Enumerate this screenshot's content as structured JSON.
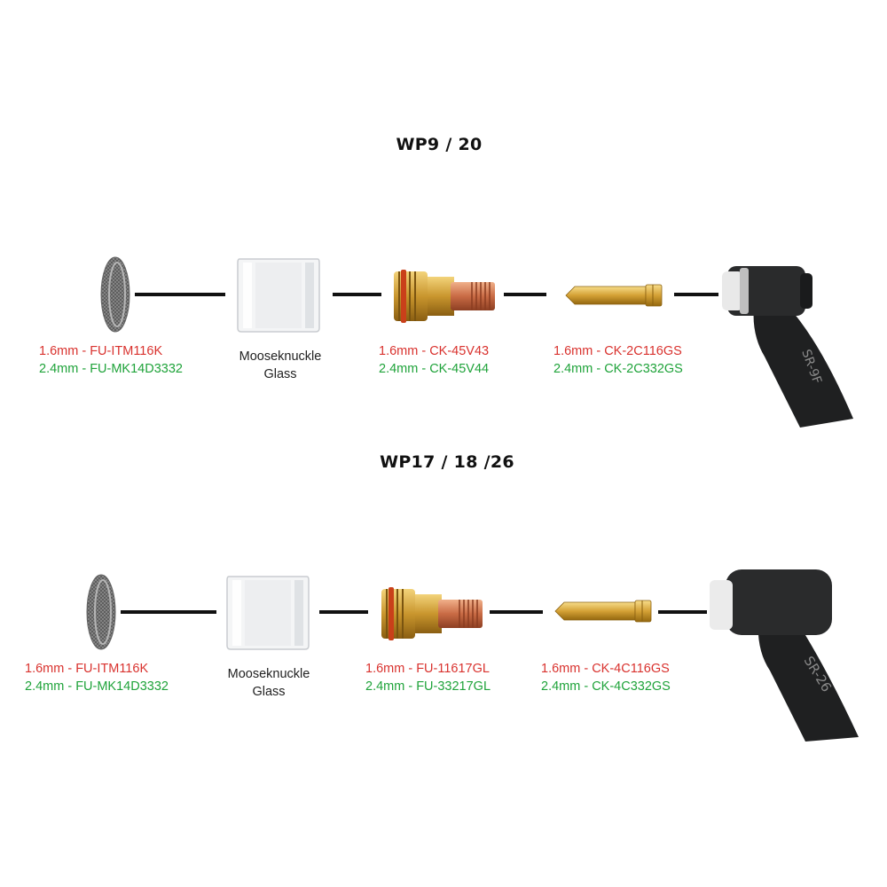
{
  "colors": {
    "red": "#d9322e",
    "green": "#1fa33a",
    "line": "#111111"
  },
  "sections": [
    {
      "title": "WP9 / 20",
      "screen": {
        "line1": "1.6mm - FU-ITM116K",
        "line2": "2.4mm - FU-MK14D3332"
      },
      "glass": {
        "line1": "Mooseknuckle",
        "line2": "Glass"
      },
      "gas_lens": {
        "line1": "1.6mm - CK-45V43",
        "line2": "2.4mm - CK-45V44"
      },
      "collet": {
        "line1": "1.6mm - CK-2C116GS",
        "line2": "2.4mm - CK-2C332GS"
      },
      "torch_marking": "SR-9F"
    },
    {
      "title": "WP17 / 18 /26",
      "screen": {
        "line1": "1.6mm - FU-ITM116K",
        "line2": "2.4mm - FU-MK14D3332"
      },
      "glass": {
        "line1": "Mooseknuckle",
        "line2": "Glass"
      },
      "gas_lens": {
        "line1": "1.6mm - FU-11617GL",
        "line2": "2.4mm - FU-33217GL"
      },
      "collet": {
        "line1": "1.6mm - CK-4C116GS",
        "line2": "2.4mm - CK-4C332GS"
      },
      "torch_marking": "SR-26"
    }
  ]
}
